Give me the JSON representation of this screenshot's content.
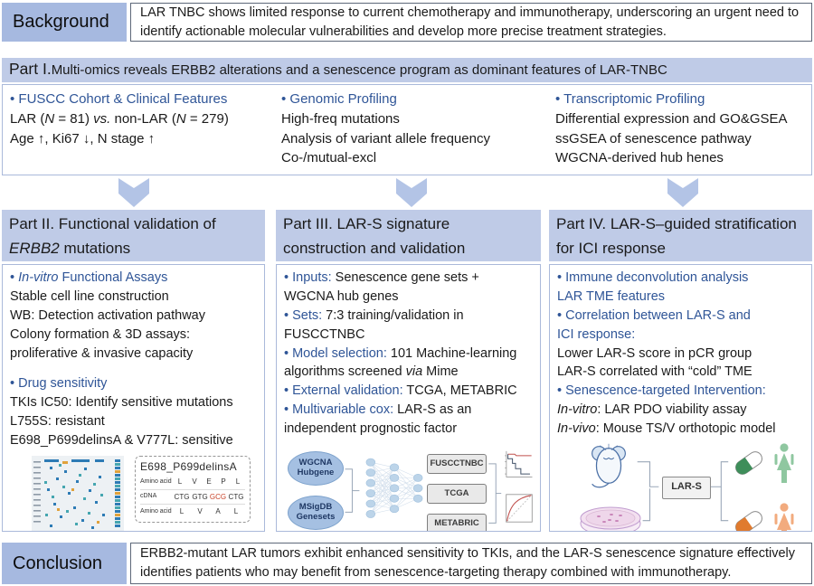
{
  "colors": {
    "label_bg": "#a6b9e0",
    "header_bg": "#bfcbe7",
    "box_border": "#aab9da",
    "dark_border": "#5d6879",
    "blue_text": "#2f5597",
    "red_text": "#c9442a",
    "arrow": "#b3c4e6"
  },
  "background": {
    "label": "Background",
    "text": "LAR TNBC shows limited response to current chemotherapy and immunotherapy, underscoring an urgent need to identify actionable molecular vulnerabilities and develop more precise treatment strategies."
  },
  "part1": {
    "title": [
      {
        "t": "Part I. ",
        "s": "big"
      },
      {
        "t": "Multi-omics reveals ERBB2 alterations and a senescence program as dominant features of LAR-TNBC"
      }
    ],
    "col1": [
      [
        {
          "t": "• FUSCC Cohort & Clinical Features",
          "s": "blue"
        }
      ],
      [
        {
          "t": "LAR ("
        },
        {
          "t": "N",
          "s": "i"
        },
        {
          "t": " = 81) "
        },
        {
          "t": "vs.",
          "s": "i"
        },
        {
          "t": " non-LAR ("
        },
        {
          "t": "N",
          "s": "i"
        },
        {
          "t": " = 279)"
        }
      ],
      [
        {
          "t": "Age ↑, Ki67 ↓, N stage ↑"
        }
      ]
    ],
    "col2": [
      [
        {
          "t": "• Genomic Profiling",
          "s": "blue"
        }
      ],
      [
        {
          "t": "High-freq mutations"
        }
      ],
      [
        {
          "t": "Analysis of variant allele frequency"
        }
      ],
      [
        {
          "t": "Co-/mutual-excl"
        }
      ]
    ],
    "col3": [
      [
        {
          "t": "• Transcriptomic Profiling",
          "s": "blue"
        }
      ],
      [
        {
          "t": "Differential expression and GO&GSEA"
        }
      ],
      [
        {
          "t": "ssGSEA of senescence pathway"
        }
      ],
      [
        {
          "t": "WGCNA-derived hub henes"
        }
      ]
    ]
  },
  "part2": {
    "title": [
      {
        "t": "Part II. Functional validation of "
      },
      {
        "t": "ERBB2",
        "s": "i"
      },
      {
        "t": " mutations"
      }
    ],
    "lines": [
      [
        {
          "t": "• ",
          "s": "blue"
        },
        {
          "t": "In-vitro",
          "s": "blue i"
        },
        {
          "t": " Functional Assays",
          "s": "blue"
        }
      ],
      [
        {
          "t": "Stable cell line construction"
        }
      ],
      [
        {
          "t": "WB: Detection activation pathway"
        }
      ],
      [
        {
          "t": "Colony formation & 3D assays:"
        }
      ],
      [
        {
          "t": "proliferative & invasive capacity"
        }
      ],
      [
        {
          "t": "• Drug sensitivity",
          "s": "blue"
        }
      ],
      [
        {
          "t": "TKIs IC50: Identify sensitive mutations"
        }
      ],
      [
        {
          "t": "L755S: resistant"
        }
      ],
      [
        {
          "t": "E698_P699delinsA & V777L: sensitive"
        }
      ]
    ],
    "codon": {
      "title": "E698_P699delinsA",
      "rows": [
        [
          {
            "t": "Amino acid",
            "s": "clab"
          },
          {
            "t": "L"
          },
          {
            "t": "V"
          },
          {
            "t": "E"
          },
          {
            "t": "P"
          },
          {
            "t": "L"
          }
        ],
        [
          {
            "t": "cDNA",
            "s": "clab"
          },
          {
            "t": "CTG"
          },
          {
            "t": "GTG"
          },
          {
            "t": "GCG",
            "s": "red"
          },
          {
            "t": "CTG"
          }
        ],
        [
          {
            "t": "Amino acid",
            "s": "clab"
          },
          {
            "t": "L"
          },
          {
            "t": "V"
          },
          {
            "t": "A"
          },
          {
            "t": "L"
          }
        ]
      ]
    }
  },
  "part3": {
    "title": [
      {
        "t": "Part III. LAR-S signature construction and validation"
      }
    ],
    "lines": [
      [
        {
          "t": "• Inputs:",
          "s": "blue"
        },
        {
          "t": " Senescence gene sets +"
        }
      ],
      [
        {
          "t": "WGCNA hub genes"
        }
      ],
      [
        {
          "t": "• Sets:",
          "s": "blue"
        },
        {
          "t": " 7:3 training/validation in"
        }
      ],
      [
        {
          "t": "FUSCCTNBC"
        }
      ],
      [
        {
          "t": "• Model selection:",
          "s": "blue"
        },
        {
          "t": " 101 Machine-learning"
        }
      ],
      [
        {
          "t": "algorithms screened "
        },
        {
          "t": "via",
          "s": "i"
        },
        {
          "t": " Mime"
        }
      ],
      [
        {
          "t": "• External validation:",
          "s": "blue"
        },
        {
          "t": " TCGA, METABRIC"
        }
      ],
      [
        {
          "t": "• Multivariable cox:",
          "s": "blue"
        },
        {
          "t": " LAR-S as an"
        }
      ],
      [
        {
          "t": "independent prognostic factor"
        }
      ]
    ],
    "graphic": {
      "oval1": [
        "WGCNA",
        "Hubgene"
      ],
      "oval2": [
        "MSigDB",
        "Genesets"
      ],
      "datasets": [
        "FUSCCTNBC",
        "TCGA",
        "METABRIC"
      ]
    }
  },
  "part4": {
    "title": [
      {
        "t": "Part IV. LAR-S–guided stratification for ICI response"
      }
    ],
    "lines": [
      [
        {
          "t": "• Immune deconvolution analysis",
          "s": "blue"
        }
      ],
      [
        {
          "t": "LAR TME features",
          "s": "blue"
        }
      ],
      [
        {
          "t": "• Correlation between LAR-S and",
          "s": "blue"
        }
      ],
      [
        {
          "t": "ICI response:",
          "s": "blue"
        }
      ],
      [
        {
          "t": "Lower LAR-S score in pCR group"
        }
      ],
      [
        {
          "t": "LAR-S correlated with “cold” TME"
        }
      ],
      [
        {
          "t": "• Senescence-targeted Intervention:",
          "s": "blue"
        }
      ],
      [
        {
          "t": "In-vitro",
          "s": "i"
        },
        {
          "t": ": LAR PDO viability assay"
        }
      ],
      [
        {
          "t": "In-vivo",
          "s": "i"
        },
        {
          "t": ": Mouse TS/V orthotopic model"
        }
      ]
    ],
    "graphic": {
      "lars": "LAR-S"
    }
  },
  "conclusion": {
    "label": "Conclusion",
    "text": "ERBB2-mutant LAR tumors exhibit enhanced sensitivity to TKIs, and the LAR-S senescence signature effectively identifies patients who may benefit from senescence-targeting therapy combined with immunotherapy."
  }
}
